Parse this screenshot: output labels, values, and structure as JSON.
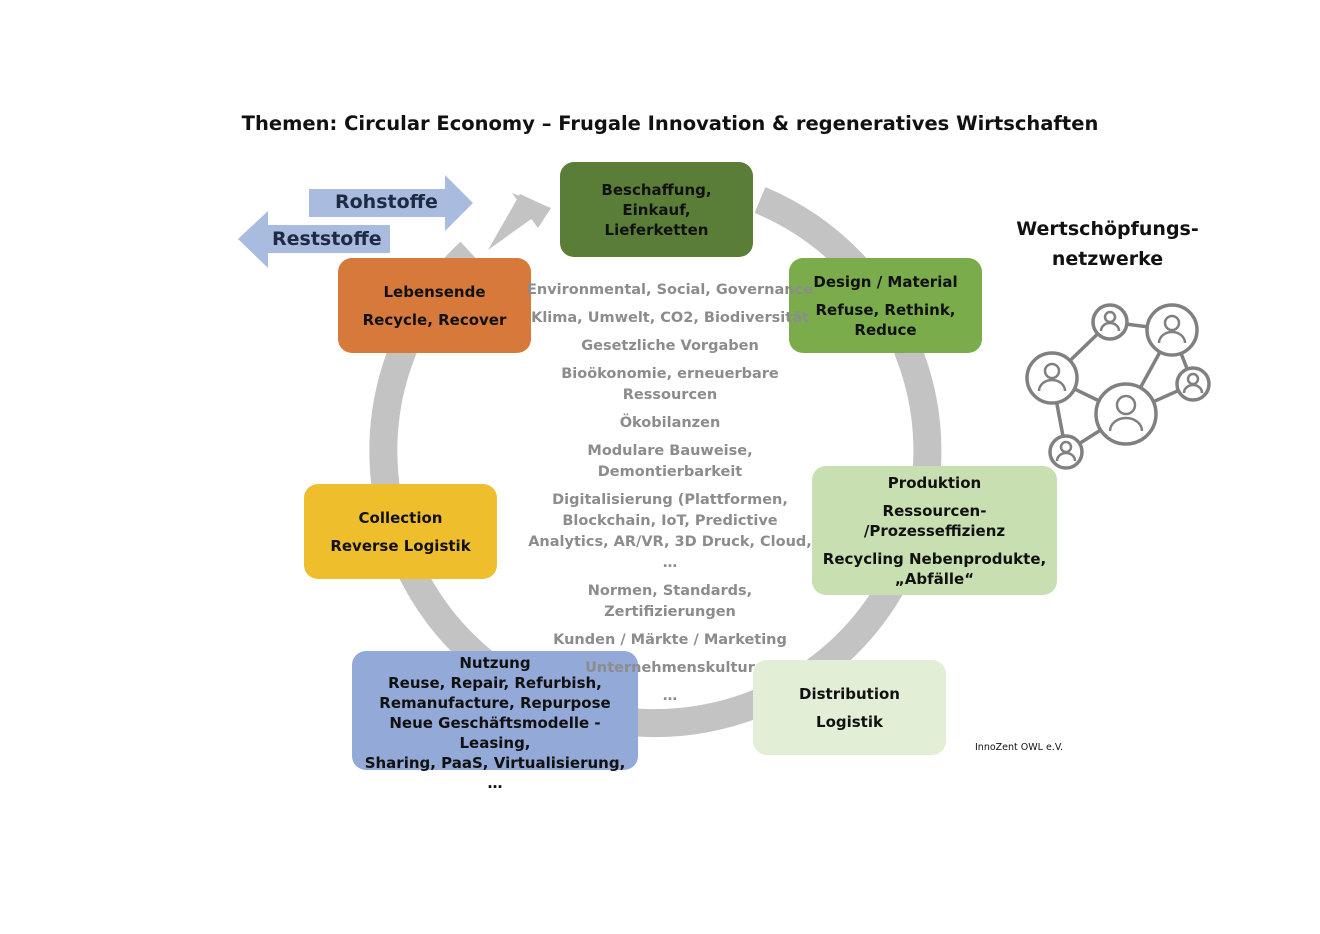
{
  "title": "Themen: Circular Economy – Frugale Innovation & regeneratives Wirtschaften",
  "flows": {
    "in_label": "Rohstoffe",
    "out_label": "Reststoffe"
  },
  "stages": {
    "beschaffung": {
      "lines": [
        "Beschaffung, Einkauf,",
        "Lieferketten"
      ]
    },
    "design": {
      "lines": [
        "Design / Material",
        "",
        "Refuse, Rethink,",
        "Reduce"
      ]
    },
    "produktion": {
      "lines": [
        "Produktion",
        "",
        "Ressourcen-",
        "/Prozesseffizienz",
        "",
        "Recycling Nebenprodukte,",
        "„Abfälle“"
      ]
    },
    "distribution": {
      "lines": [
        "Distribution",
        "",
        "Logistik"
      ]
    },
    "nutzung": {
      "lines": [
        "Nutzung",
        "",
        "Reuse, Repair, Refurbish,",
        "Remanufacture, Repurpose",
        "",
        "Neue Geschäftsmodelle - Leasing,",
        "Sharing, PaaS, Virtualisierung, …"
      ]
    },
    "collection": {
      "lines": [
        "Collection",
        "",
        "Reverse Logistik"
      ]
    },
    "lebensende": {
      "lines": [
        "Lebensende",
        "",
        "Recycle, Recover"
      ]
    }
  },
  "topics": [
    "Environmental, Social, Governance",
    "Klima, Umwelt, CO2, Biodiversität",
    "Gesetzliche Vorgaben",
    "Bioökonomie, erneuerbare Ressourcen",
    "Ökobilanzen",
    "Modulare Bauweise, Demontierbarkeit",
    "Digitalisierung (Plattformen, Blockchain, IoT, Predictive Analytics, AR/VR, 3D Druck, Cloud, …",
    "Normen, Standards, Zertifizierungen",
    "Kunden / Märkte / Marketing",
    "Unternehmenskultur",
    "…"
  ],
  "network": {
    "title_line1": "Wertschöpfungs-",
    "title_line2": "netzwerke",
    "icon": "network-people-icon"
  },
  "credit": "InnoZent OWL e.V.",
  "colors": {
    "cycle_gray": "#c3c3c3",
    "beschaffung": "#5a7e37",
    "design": "#7aac4c",
    "produktion": "#c7dfb1",
    "distribution": "#e2eed6",
    "nutzung": "#93a9d8",
    "collection": "#efbe2d",
    "lebensende": "#d6793a",
    "flow_arrows": "#a9bcdf",
    "topic_text": "#8c8c8c",
    "network_icon": "#808080"
  }
}
